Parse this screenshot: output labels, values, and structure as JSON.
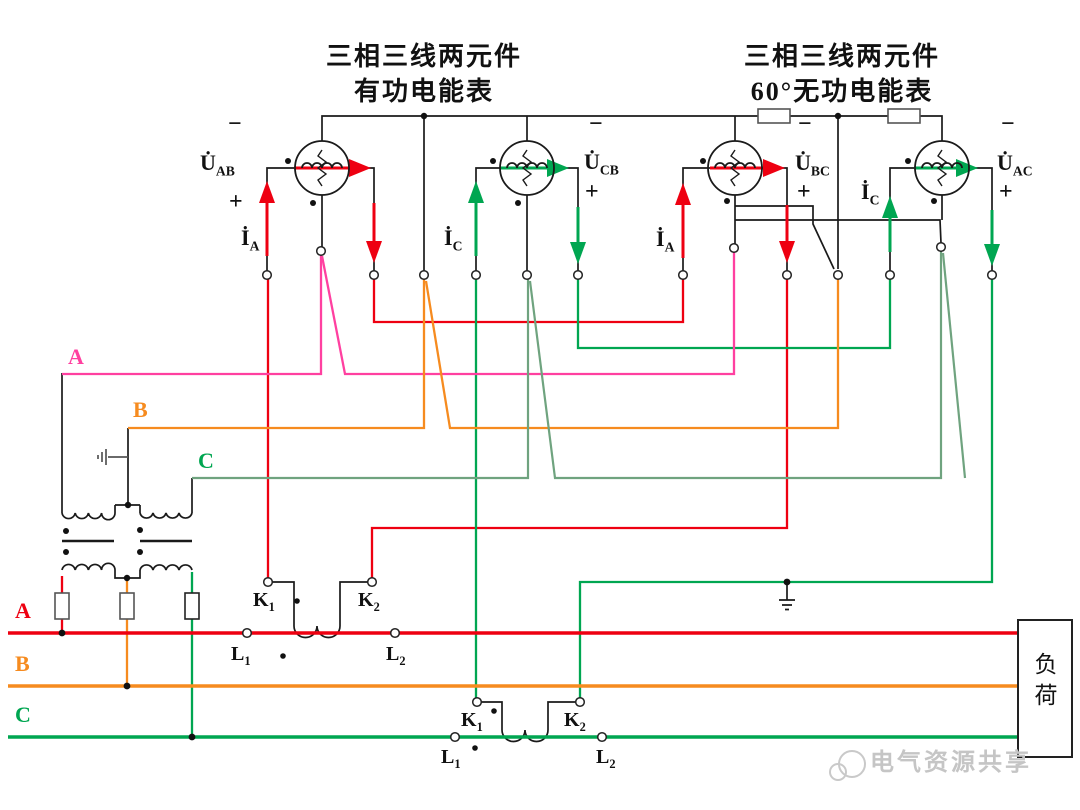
{
  "titles": {
    "active_line1": "三相三线两元件",
    "active_line2": "有功电能表",
    "reactive_line1": "三相三线两元件",
    "reactive_line2": "60°无功电能表"
  },
  "voltages": [
    {
      "main": "U̇",
      "sub": "AB",
      "minus": "−",
      "plus": "+"
    },
    {
      "main": "U̇",
      "sub": "CB",
      "minus": "−",
      "plus": "+"
    },
    {
      "main": "U̇",
      "sub": "BC",
      "minus": "−",
      "plus": "+"
    },
    {
      "main": "U̇",
      "sub": "AC",
      "minus": "−",
      "plus": "+"
    }
  ],
  "currents": [
    {
      "main": "İ",
      "sub": "A"
    },
    {
      "main": "İ",
      "sub": "C"
    },
    {
      "main": "İ",
      "sub": "A"
    },
    {
      "main": "İ",
      "sub": "C"
    }
  ],
  "pt_phases": {
    "a": "A",
    "b": "B",
    "c": "C"
  },
  "bus_phases": {
    "a": "A",
    "b": "B",
    "c": "C"
  },
  "ct_labels": {
    "k1": {
      "main": "K",
      "sub": "1"
    },
    "k2": {
      "main": "K",
      "sub": "2"
    },
    "l1": {
      "main": "L",
      "sub": "1"
    },
    "l2": {
      "main": "L",
      "sub": "2"
    }
  },
  "load_label": "负荷",
  "watermark": "电气资源共享",
  "colors": {
    "phase_a_bus": "#ee0011",
    "phase_b_bus": "#f68b1f",
    "phase_c_bus": "#00a651",
    "voltage_a": "#ff40a0",
    "voltage_c": "#6fa37f",
    "wire": "#1a1a1a",
    "watermark_gray": "#c9c9c9"
  }
}
